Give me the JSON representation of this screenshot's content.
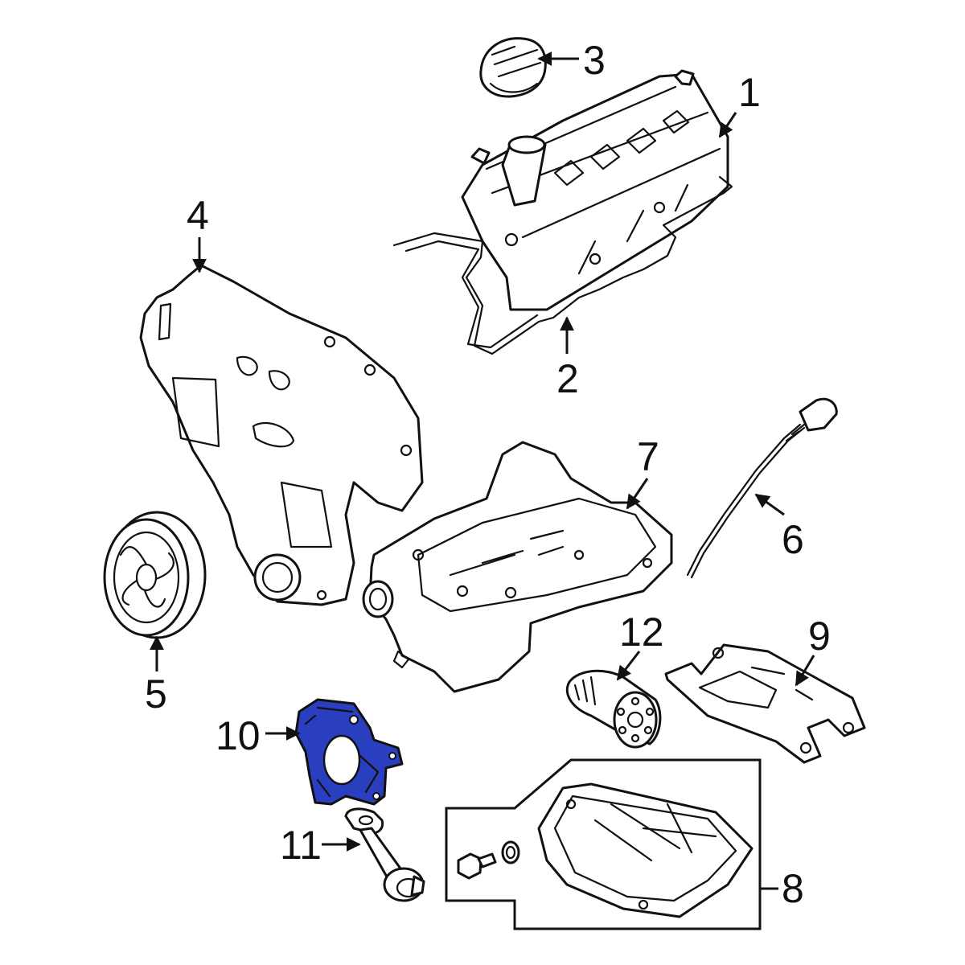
{
  "diagram": {
    "highlight_color": "#2a3fbf",
    "line_color": "#111111",
    "background_color": "#ffffff",
    "callouts": [
      "1",
      "2",
      "3",
      "4",
      "5",
      "6",
      "7",
      "8",
      "9",
      "10",
      "11",
      "12"
    ],
    "highlighted_callout": "10"
  }
}
